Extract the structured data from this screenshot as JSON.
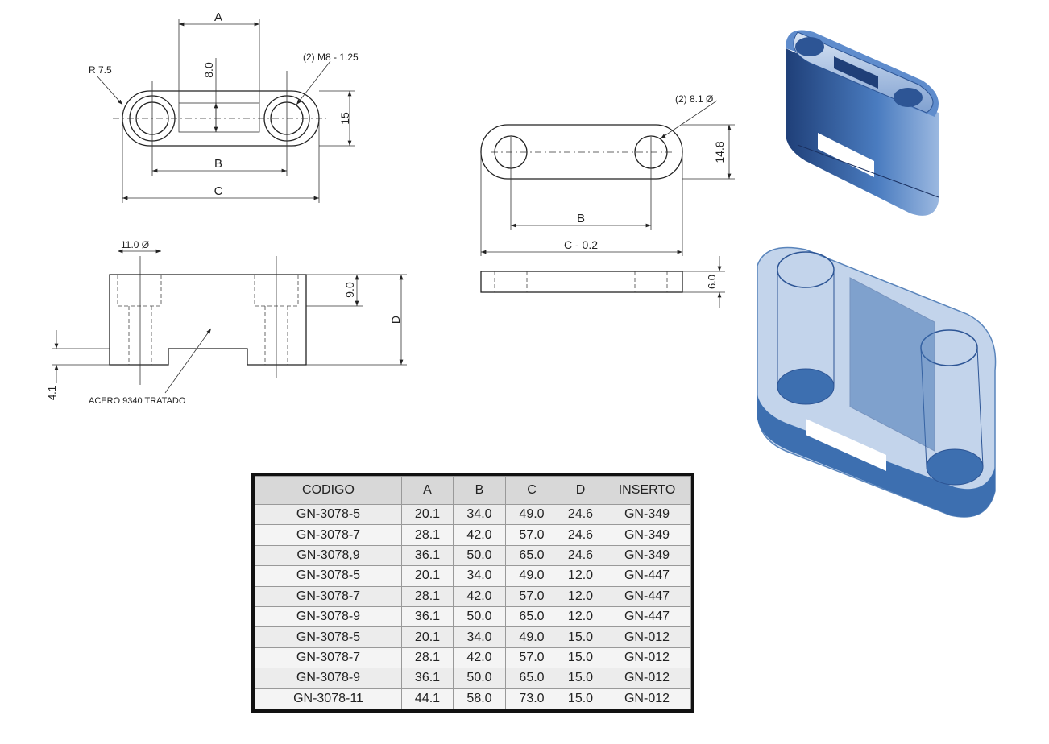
{
  "drawing": {
    "top_view": {
      "dim_a": "A",
      "dim_b": "B",
      "dim_c": "C",
      "dim_slot": "8.0",
      "dim_width": "15",
      "radius": "R 7.5",
      "thread": "(2) M8 - 1.25"
    },
    "side_view": {
      "hole_dia": "11.0 Ø",
      "dim_depth": "9.0",
      "dim_d": "D",
      "dim_step": "4.1",
      "material": "ACERO 9340 TRATADO"
    },
    "insert_view": {
      "holes": "(2) 8.1 Ø",
      "dim_width": "14.8",
      "dim_b": "B",
      "dim_c": "C - 0.2",
      "dim_thickness": "6.0"
    }
  },
  "colors": {
    "render_blue": "#3d6fb0",
    "render_dark": "#1f3f78",
    "render_light": "#b9cde8"
  },
  "table": {
    "headers": [
      "CODIGO",
      "A",
      "B",
      "C",
      "D",
      "INSERTO"
    ],
    "rows": [
      [
        "GN-3078-5",
        "20.1",
        "34.0",
        "49.0",
        "24.6",
        "GN-349"
      ],
      [
        "GN-3078-7",
        "28.1",
        "42.0",
        "57.0",
        "24.6",
        "GN-349"
      ],
      [
        "GN-3078,9",
        "36.1",
        "50.0",
        "65.0",
        "24.6",
        "GN-349"
      ],
      [
        "GN-3078-5",
        "20.1",
        "34.0",
        "49.0",
        "12.0",
        "GN-447"
      ],
      [
        "GN-3078-7",
        "28.1",
        "42.0",
        "57.0",
        "12.0",
        "GN-447"
      ],
      [
        "GN-3078-9",
        "36.1",
        "50.0",
        "65.0",
        "12.0",
        "GN-447"
      ],
      [
        "GN-3078-5",
        "20.1",
        "34.0",
        "49.0",
        "15.0",
        "GN-012"
      ],
      [
        "GN-3078-7",
        "28.1",
        "42.0",
        "57.0",
        "15.0",
        "GN-012"
      ],
      [
        "GN-3078-9",
        "36.1",
        "50.0",
        "65.0",
        "15.0",
        "GN-012"
      ],
      [
        "GN-3078-11",
        "44.1",
        "58.0",
        "73.0",
        "15.0",
        "GN-012"
      ]
    ]
  }
}
